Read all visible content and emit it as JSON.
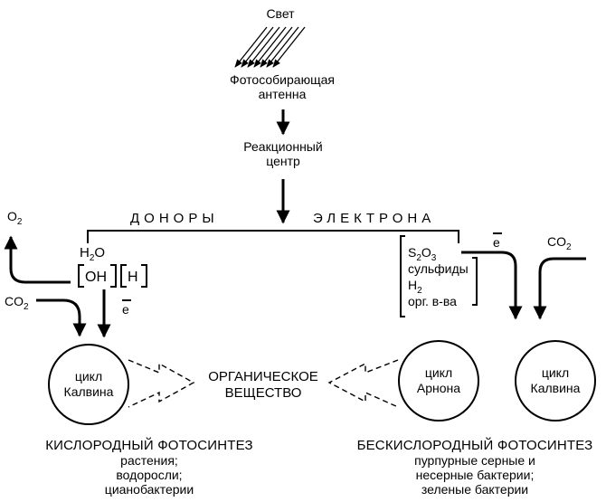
{
  "light": "Свет",
  "antenna": [
    "Фотособирающая",
    "антенна"
  ],
  "reaction_center": [
    "Реакционный",
    "центр"
  ],
  "donors": "ДОНОРЫ",
  "electron": "ЭЛЕКТРОНА",
  "left": {
    "o2": {
      "base": "O",
      "sub": "2"
    },
    "water": {
      "base": "H",
      "sub": "2",
      "tail": "O"
    },
    "oh": "ОН",
    "h": "Н",
    "co2": {
      "base": "CO",
      "sub": "2"
    },
    "electron": "e",
    "cycle": [
      "цикл",
      "Калвина"
    ],
    "title": "КИСЛОРОДНЫЙ ФОТОСИНТЕЗ",
    "organisms": [
      "растения;",
      "водоросли;",
      "цианобактерии"
    ]
  },
  "center": {
    "product": [
      "ОРГАНИЧЕСКОЕ",
      "ВЕЩЕСТВО"
    ]
  },
  "right": {
    "donors": {
      "s2o3": {
        "base": "S",
        "sub1": "2",
        "mid": "O",
        "sub2": "3"
      },
      "sulfides": "сульфиды",
      "h2": {
        "base": "H",
        "sub": "2"
      },
      "organic": "орг. в-ва"
    },
    "electron": "e",
    "co2": {
      "base": "CO",
      "sub": "2"
    },
    "cycle_arnon": [
      "цикл",
      "Арнона"
    ],
    "cycle_calvin": [
      "цикл",
      "Калвина"
    ],
    "title": "БЕСКИСЛОРОДНЫЙ ФОТОСИНТЕЗ",
    "organisms": [
      "пурпурные серные и",
      "несерные бактерии;",
      "зеленые бактерии"
    ]
  },
  "icons": [
    "light-rays-icon",
    "down-arrow-icon",
    "bracket-icon",
    "dashed-hollow-arrow-icon",
    "circle-icon"
  ]
}
